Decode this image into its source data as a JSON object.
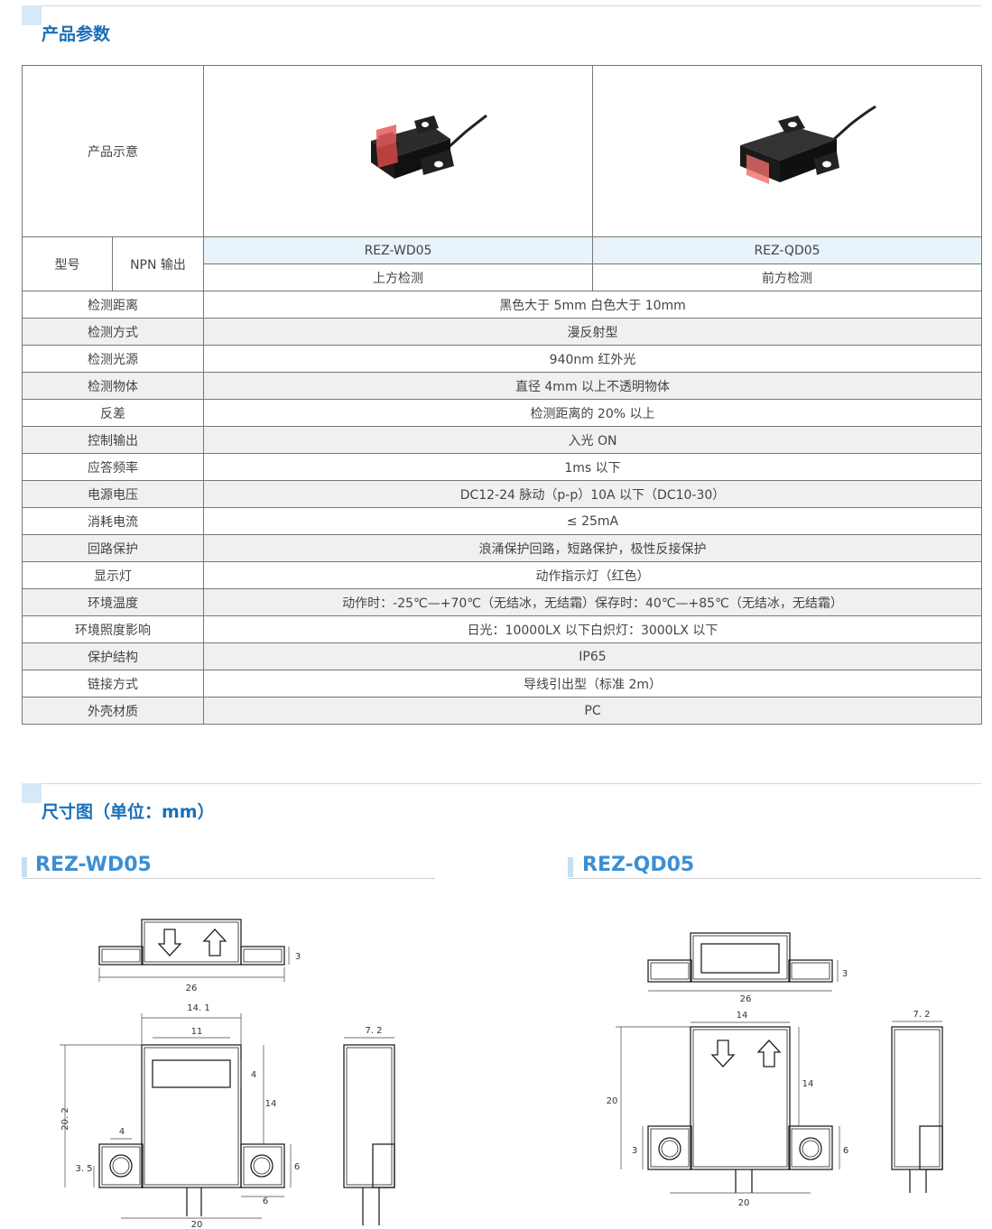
{
  "section1": {
    "title": "产品参数"
  },
  "table": {
    "image_row_label": "产品示意",
    "model_label": "型号",
    "npn_label": "NPN 输出",
    "models": [
      "REZ-WD05",
      "REZ-QD05"
    ],
    "detect_dirs": [
      "上方检测",
      "前方检测"
    ],
    "rows": [
      {
        "label": "检测距离",
        "value": "黑色大于 5mm 白色大于 10mm"
      },
      {
        "label": "检测方式",
        "value": "漫反射型"
      },
      {
        "label": "检测光源",
        "value": "940nm 红外光"
      },
      {
        "label": "检测物体",
        "value": "直径 4mm 以上不透明物体"
      },
      {
        "label": "反差",
        "value": "检测距离的 20% 以上"
      },
      {
        "label": "控制输出",
        "value": "入光 ON"
      },
      {
        "label": "应答频率",
        "value": "1ms 以下"
      },
      {
        "label": "电源电压",
        "value": "DC12-24 脉动（p-p）10A 以下（DC10-30）"
      },
      {
        "label": "消耗电流",
        "value": "≤ 25mA"
      },
      {
        "label": "回路保护",
        "value": "浪涌保护回路，短路保护，极性反接保护"
      },
      {
        "label": "显示灯",
        "value": "动作指示灯（红色）"
      },
      {
        "label": "环境温度",
        "value": "动作时：-25℃—+70℃（无结冰，无结霜）保存时：40℃—+85℃（无结冰，无结霜）"
      },
      {
        "label": "环境照度影响",
        "value": "日光：10000LX 以下白炽灯：3000LX 以下"
      },
      {
        "label": "保护结构",
        "value": "IP65"
      },
      {
        "label": "链接方式",
        "value": "导线引出型（标准 2m）"
      },
      {
        "label": "外壳材质",
        "value": "PC"
      }
    ]
  },
  "section2": {
    "title": "尺寸图（单位：mm）"
  },
  "drawings": [
    {
      "model": "REZ-WD05",
      "dims": {
        "top_width": "26",
        "top_h": "3",
        "w141": "14. 1",
        "w11": "11",
        "h202": "20. 2",
        "h4": "4",
        "h14": "14",
        "w4": "4",
        "h35": "3. 5",
        "h6": "6",
        "w6": "6",
        "w20": "20",
        "side_w": "7. 2"
      }
    },
    {
      "model": "REZ-QD05",
      "dims": {
        "top_width": "26",
        "top_h": "3",
        "w14": "14",
        "h20": "20",
        "h14": "14",
        "h3": "3",
        "h6": "6",
        "w20": "20",
        "side_w": "7. 2"
      }
    }
  ],
  "colors": {
    "accent": "#1a6fb8",
    "model_title": "#3b8fd5",
    "row_alt": "#f0f0f0",
    "row_highlight": "#e8f3fb"
  }
}
